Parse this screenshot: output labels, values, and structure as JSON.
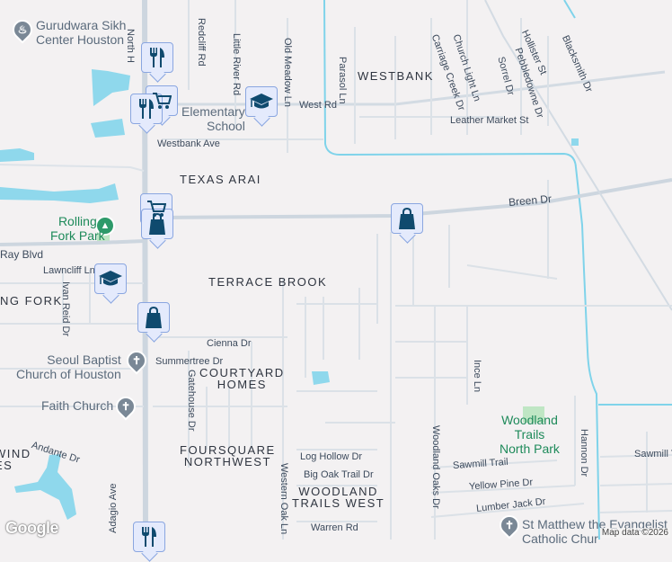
{
  "map": {
    "attribution": "Map data ©2026",
    "logo": "Google",
    "colors": {
      "background": "#f3f1f2",
      "road": "#d3dbe3",
      "water": "#8fd8ec",
      "canal": "#7fd3ea",
      "park": "#bfe6c4",
      "pin_fill": "#e4eafc",
      "pin_icon": "#0f4a6e",
      "park_text": "#1e8a5a"
    },
    "neighborhoods": [
      {
        "name": "WESTBANK"
      },
      {
        "name": "TEXAS ARAI"
      },
      {
        "name": "TERRACE BROOK"
      },
      {
        "name": "NG FORK"
      },
      {
        "name": "COURTYARD\nHOMES"
      },
      {
        "name": "FOURSQUARE\nNORTHWEST"
      },
      {
        "name": "WOODLAND\nTRAILS WEST"
      },
      {
        "name": "WIND\nES"
      }
    ],
    "streets": [
      "North H",
      "Redcliff Rd",
      "Little River Rd",
      "Old Meadow Ln",
      "Parasol Ln",
      "Carriage Creek Dr",
      "Church Light Ln",
      "Sorrel Dr",
      "Pebbledowne Dr",
      "Hollister St",
      "Blacksmith Dr",
      "West Rd",
      "Leather Market St",
      "Westbank Ave",
      "Breen Dr",
      "Ray Blvd",
      "Lawncliff Ln",
      "Ivan Reid Dr",
      "Cienna Dr",
      "Summertree Dr",
      "Gatehouse Dr",
      "Andante Dr",
      "Adagio Ave",
      "Western Oak Ln",
      "Log Hollow Dr",
      "Big Oak Trail Dr",
      "Warren Rd",
      "Woodland Oaks Dr",
      "Ince Ln",
      "Sawmill Trail",
      "Yellow Pine Dr",
      "Lumber Jack Dr",
      "Hannon Dr",
      "Sawmill T"
    ],
    "pois": [
      {
        "name": "Gurudwara Sikh\nCenter Houston",
        "icon": "temple-icon"
      },
      {
        "name": "Elementary\nSchool",
        "icon": "school-icon"
      },
      {
        "name": "Rolling\nFork Park",
        "icon": "park-tree-icon"
      },
      {
        "name": "Seoul Baptist\nChurch of Houston",
        "icon": "church-cross-icon"
      },
      {
        "name": "Faith Church",
        "icon": "church-cross-icon"
      },
      {
        "name": "Woodland\nTrails\nNorth Park",
        "icon": "park-icon"
      },
      {
        "name": "St Matthew the Evangelist\nCatholic Chur",
        "icon": "church-cross-icon"
      }
    ],
    "markers": [
      {
        "type": "restaurant",
        "icon": "fork-knife-icon"
      },
      {
        "type": "grocery",
        "icon": "shopping-cart-icon"
      },
      {
        "type": "restaurant",
        "icon": "fork-knife-icon"
      },
      {
        "type": "school",
        "icon": "graduation-cap-icon"
      },
      {
        "type": "grocery",
        "icon": "shopping-cart-icon"
      },
      {
        "type": "shopping",
        "icon": "shopping-bag-icon"
      },
      {
        "type": "shopping",
        "icon": "shopping-bag-icon"
      },
      {
        "type": "school",
        "icon": "graduation-cap-icon"
      },
      {
        "type": "shopping",
        "icon": "shopping-bag-icon"
      },
      {
        "type": "restaurant",
        "icon": "fork-knife-icon"
      }
    ]
  }
}
